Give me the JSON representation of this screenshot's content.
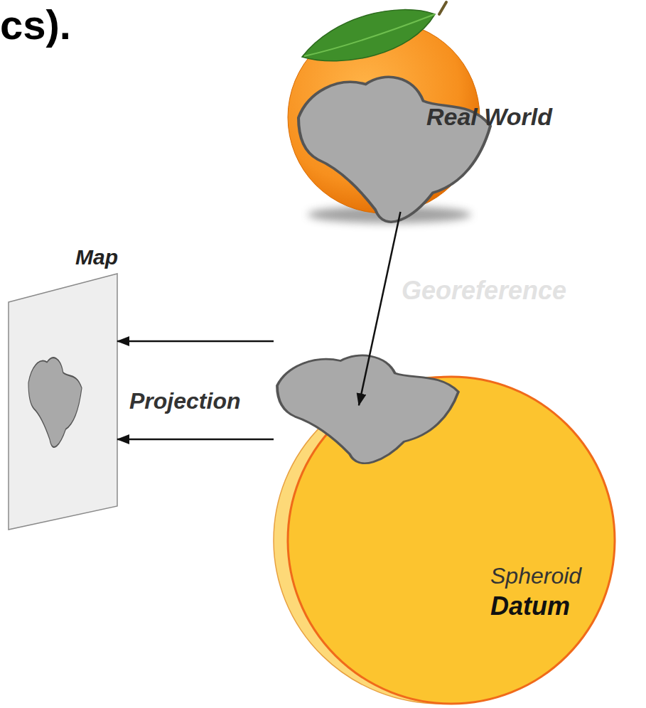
{
  "diagram": {
    "title": "cs).",
    "nodes": [
      {
        "text": [
          "Real World"
        ]
      },
      {
        "text": [
          "Map"
        ]
      },
      {
        "text": [
          "Spheroid",
          "Datum"
        ]
      }
    ],
    "edges": [
      {
        "from": 0,
        "to": 2,
        "arrow": "to",
        "label": "Georeference"
      },
      {
        "from": 2,
        "to": 1,
        "arrow": "to",
        "label": "Projection"
      },
      {
        "from": 2,
        "to": 1,
        "arrow": "to"
      }
    ]
  }
}
